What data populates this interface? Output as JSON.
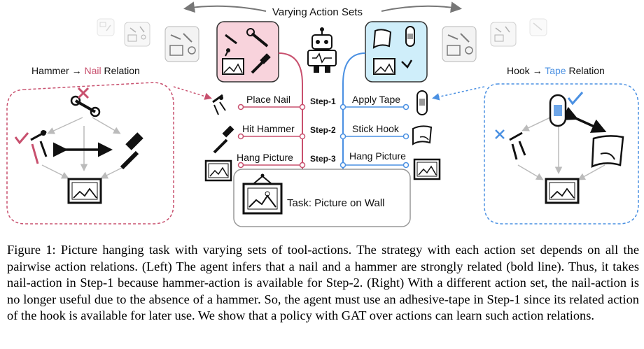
{
  "figure": {
    "header": "Varying Action Sets",
    "left_relation": {
      "a": "Hammer",
      "b": "Nail",
      "c": "Relation"
    },
    "right_relation": {
      "a": "Hook",
      "b": "Tape",
      "c": "Relation"
    },
    "left_actions": [
      "Place Nail",
      "Hit Hammer",
      "Hang Picture"
    ],
    "right_actions": [
      "Apply Tape",
      "Stick Hook",
      "Hang Picture"
    ],
    "steps": [
      "Step-1",
      "Step-2",
      "Step-3"
    ],
    "task": "Task: Picture on Wall",
    "colors": {
      "left_accent": "#c8506e",
      "right_accent": "#4a90e2",
      "left_fill": "#f8d3dc",
      "right_fill": "#cfeefa"
    }
  },
  "caption": {
    "line1": "Figure 1: Picture hanging task with varying sets of tool-actions. The strategy with each action set",
    "line2": "depends on all the pairwise action relations. (Left) The agent infers that a nail and a hammer are",
    "line3": "strongly related (bold line). Thus, it takes nail-action in Step-1 because hammer-action is available",
    "line4": "for Step-2. (Right) With a different action set, the nail-action is no longer useful due to the absence",
    "line5": "of a hammer. So, the agent must use an adhesive-tape in Step-1 since its related action of the hook is",
    "line6": "available for later use. We show that a policy with GAT over actions can learn such action relations."
  }
}
